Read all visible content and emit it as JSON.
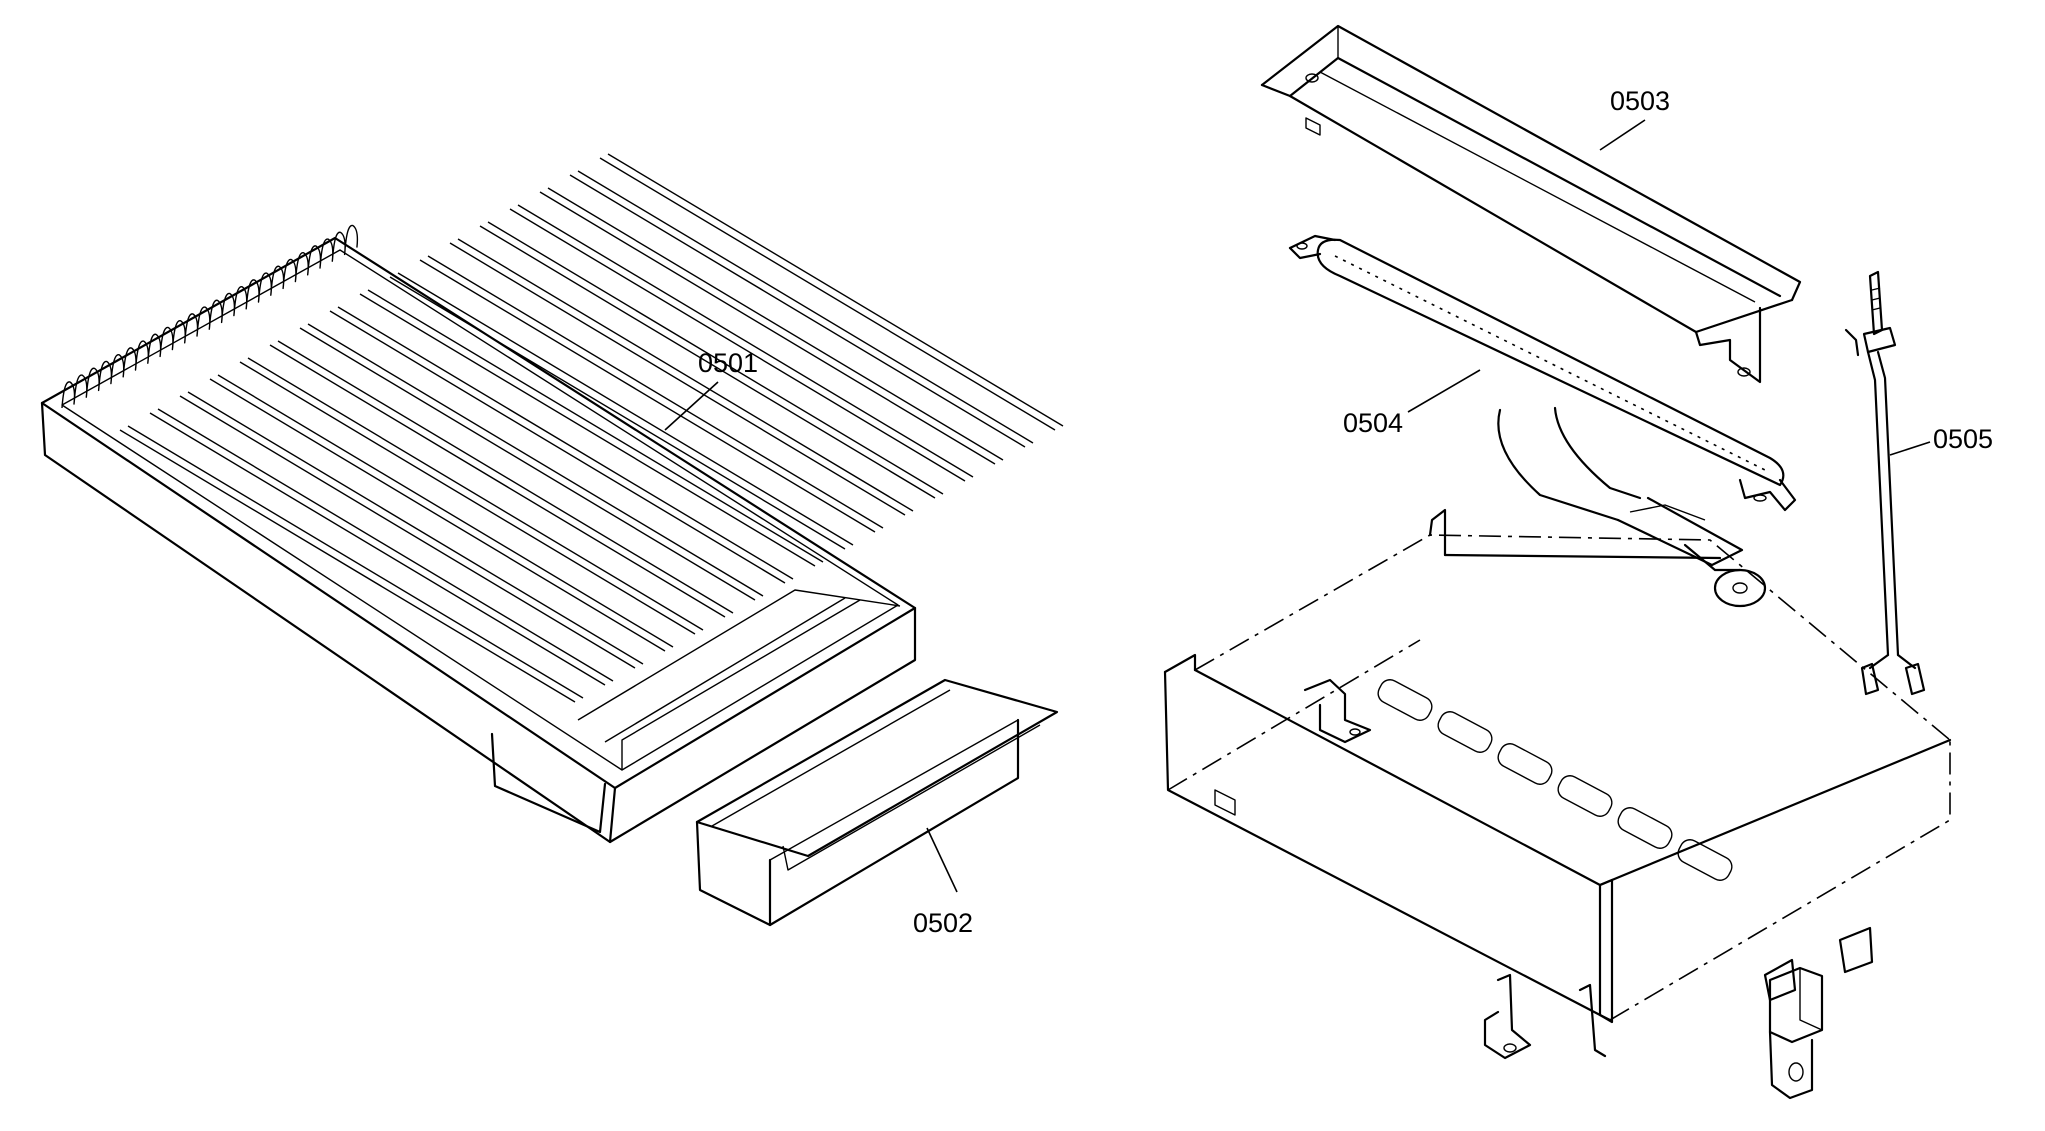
{
  "parts": [
    {
      "id": "tray",
      "number": "0501"
    },
    {
      "id": "drip-pan",
      "number": "0502"
    },
    {
      "id": "heat-shield",
      "number": "0503"
    },
    {
      "id": "burner-tube",
      "number": "0504"
    },
    {
      "id": "igniter",
      "number": "0505"
    }
  ]
}
